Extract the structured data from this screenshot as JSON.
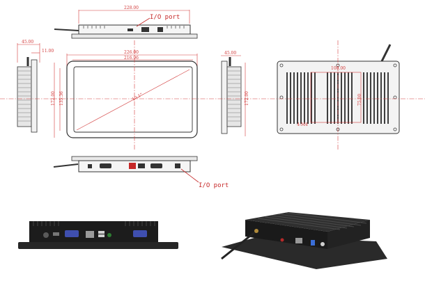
{
  "drawing": {
    "top_view": {
      "width_dim": "228.00",
      "io_label": "I/O port"
    },
    "front_view": {
      "width_dim": "226.00",
      "inner_width_dim": "216.96",
      "height_dim": "172.00",
      "inner_height_dim": "135.36",
      "diagonal_label": "10.1\""
    },
    "left_side": {
      "depth_dim": "45.00",
      "bezel_dim": "11.00"
    },
    "right_side": {
      "depth_dim": "45.00",
      "height_dim": "172.00"
    },
    "rear_view": {
      "mount_w_dim": "100.00",
      "mount_h_dim": "75.00",
      "mount_hole_label": "4-M4"
    },
    "bottom_view": {
      "io_label": "I/O port"
    }
  },
  "photos": {
    "front_io": {
      "alt": "I/O panel photo"
    },
    "angle_3d": {
      "alt": "3D housing photo"
    }
  },
  "colors": {
    "dimension": "#d23a3a",
    "outline": "#333333",
    "housing": "#1b1b1b"
  }
}
